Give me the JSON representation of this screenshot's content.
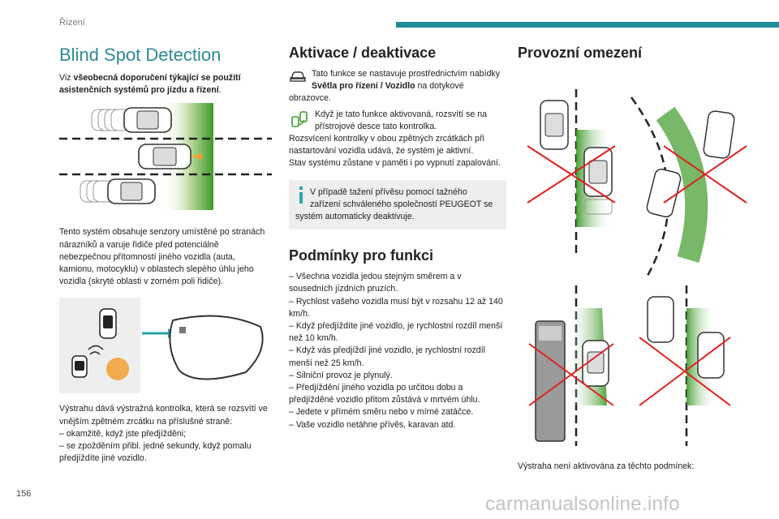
{
  "header": {
    "section": "Řízení",
    "page_number": "156",
    "watermark": "carmanualsonline.info",
    "accent_color": "#1e8c96"
  },
  "col1": {
    "title": "Blind Spot Detection",
    "intro_prefix": "Viz ",
    "intro_bold": "všeobecná doporučení týkající se použití asistenčních systémů pro jízdu a řízení",
    "intro_suffix": ".",
    "para1": "Tento systém obsahuje senzory umístěné po stranách nárazníků a varuje řidiče před potenciálně nebezpečnou přítomností jiného vozidla (auta, kamionu, motocyklu) v oblastech slepého úhlu jeho vozidla (skryté oblasti v zorném poli řidiče).",
    "para2": "Výstrahu dává výstražná kontrolka, která se rozsvítí ve vnějším zpětném zrcátku na příslušné straně:",
    "list": [
      "– okamžitě, když jste předjížděni;",
      "– se zpožděním přibl. jedné sekundy, když pomalu předjíždíte jiné vozidlo."
    ]
  },
  "col2": {
    "heading1": "Aktivace / deaktivace",
    "act_prefix": "Tato funkce se nastavuje prostřednictvím nabídky ",
    "act_bold": "Světla pro řízení / Vozidlo",
    "act_suffix": " na dotykové obrazovce.",
    "act_para2": "Když je tato funkce aktivovaná, rozsvítí se na přístrojové desce tato kontrolka.",
    "act_para3": "Rozsvícení kontrolky v obou zpětných zrcátkách při nastartování vozidla udává, že systém je aktivní.",
    "act_para4": "Stav systému zůstane v paměti i po vypnutí zapalování.",
    "info": "V případě tažení přívěsu pomocí tažného zařízení schváleného společností PEUGEOT se systém automaticky deaktivuje.",
    "heading2": "Podmínky pro funkci",
    "conditions": [
      "– Všechna vozidla jedou stejným směrem a v sousedních jízdních pruzích.",
      "– Rychlost vašeho vozidla musí být v rozsahu 12 až 140 km/h.",
      "– Když předjíždíte jiné vozidlo, je rychlostní rozdíl menší než 10 km/h.",
      "– Když vás předjíždí jiné vozidlo, je rychlostní rozdíl menší než 25 km/h.",
      "– Silniční provoz je plynulý.",
      "– Předjíždění jiného vozidla po určitou dobu a předjížděné vozidlo přitom zůstává v mrtvém úhlu.",
      "– Jedete v přímém směru nebo v mírné zatáčce.",
      "– Vaše vozidlo netáhne přívěs, karavan atd."
    ]
  },
  "col3": {
    "heading": "Provozní omezení",
    "caption": "Výstraha není aktivována za těchto podmínek:"
  },
  "colors": {
    "zone_green": "#3f9a2a",
    "cross_red": "#e02020",
    "warning_orange": "#f0a030"
  }
}
